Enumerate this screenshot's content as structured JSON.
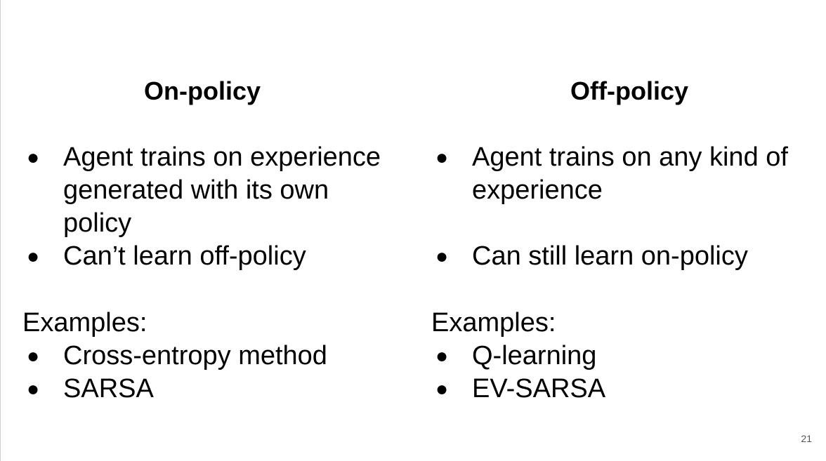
{
  "left": {
    "heading": "On-policy",
    "bullets": [
      "Agent trains on experience generated with its own policy",
      "Can’t learn off-policy"
    ],
    "examples_label": "Examples:",
    "examples": [
      "Cross-entropy method",
      "SARSA"
    ]
  },
  "right": {
    "heading": "Off-policy",
    "bullets": [
      "Agent trains on any kind of experience",
      "Can still learn on-policy"
    ],
    "examples_label": "Examples:",
    "examples": [
      "Q-learning",
      "EV-SARSA"
    ]
  },
  "bullet_glyph": "●",
  "page_number": "21"
}
